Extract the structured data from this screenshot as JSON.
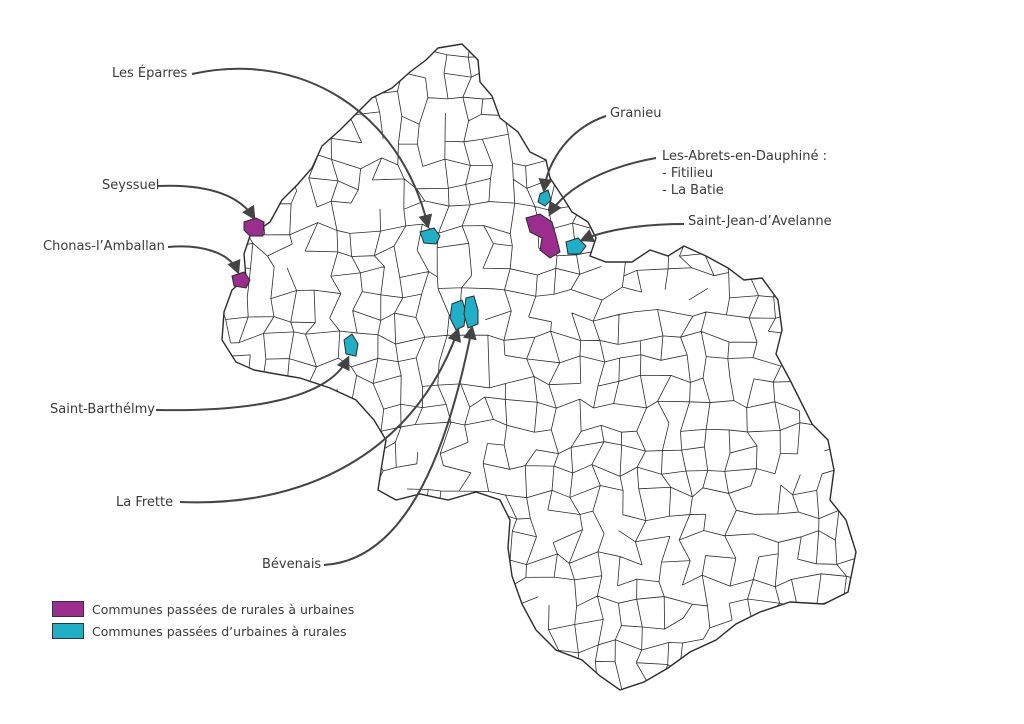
{
  "colors": {
    "rural_to_urban": "#9b2d8e",
    "urban_to_rural": "#1fb0c8",
    "outline": "#2b2b2b",
    "arrow": "#444444"
  },
  "callouts": [
    {
      "id": "les-eparres",
      "label": "Les Éparres",
      "type": "urban_to_rural"
    },
    {
      "id": "seyssuel",
      "label": "Seyssuel",
      "type": "rural_to_urban"
    },
    {
      "id": "chonas",
      "label": "Chonas-l’Amballan",
      "type": "rural_to_urban"
    },
    {
      "id": "granieu",
      "label": "Granieu",
      "type": "urban_to_rural"
    },
    {
      "id": "les-abrets",
      "label": "Les-Abrets-en-Dauphiné :\n- Fitilieu\n- La Batie",
      "type": "rural_to_urban"
    },
    {
      "id": "saint-jean",
      "label": "Saint-Jean-d’Avelanne",
      "type": "urban_to_rural"
    },
    {
      "id": "saint-barthelmy",
      "label": "Saint-Barthélmy",
      "type": "urban_to_rural"
    },
    {
      "id": "la-frette",
      "label": "La Frette",
      "type": "urban_to_rural"
    },
    {
      "id": "bevenais",
      "label": "Bévenais",
      "type": "urban_to_rural"
    }
  ],
  "legend": {
    "items": [
      {
        "label": "Communes passées de rurales à urbaines",
        "type": "rural_to_urban"
      },
      {
        "label": "Communes passées d’urbaines à rurales",
        "type": "urban_to_rural"
      }
    ]
  }
}
